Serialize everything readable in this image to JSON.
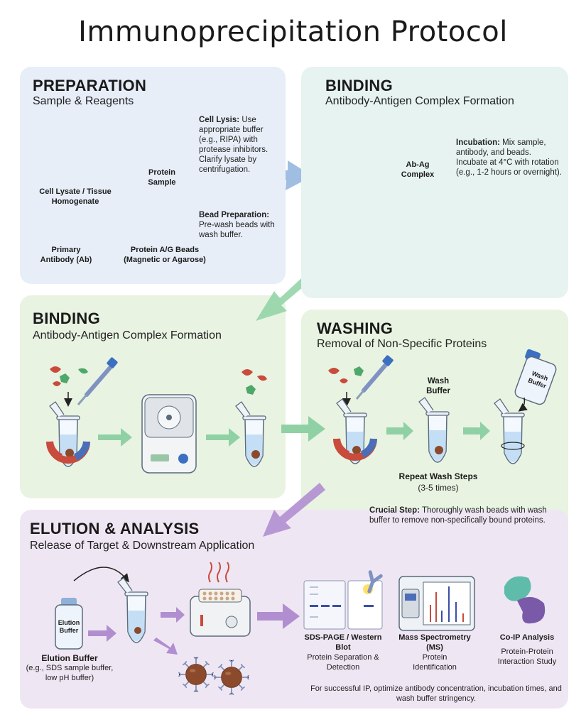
{
  "title": "Immunoprecipitation Protocol",
  "preparation": {
    "title": "PREPARATION",
    "subtitle": "Sample & Reagents",
    "cell_lysate_label": "Cell Lysate / Tissue Homogenate",
    "protein_sample_label": "Protein Sample",
    "cell_lysis_heading": "Cell Lysis:",
    "cell_lysis_text": "Use appropriate buffer (e.g., RIPA) with protease inhibitors. Clarify lysate by centrifugation.",
    "primary_antibody_label": "Primary Antibody (Ab)",
    "beads_label": "Protein A/G Beads (Magnetic or Agarose)",
    "bead_prep_heading": "Bead Preparation:",
    "bead_prep_text": "Pre-wash beads with wash buffer."
  },
  "binding_top": {
    "title": "BINDING",
    "subtitle": "Antibody-Antigen Complex Formation",
    "complex_label": "Ab-Ag Complex",
    "incubation_heading": "Incubation:",
    "incubation_text": "Mix sample, antibody, and beads. Incubate at 4°C with rotation (e.g., 1-2 hours or overnight)."
  },
  "binding_mid": {
    "title": "BINDING",
    "subtitle": "Antibody-Antigen Complex Formation"
  },
  "washing": {
    "title": "WASHING",
    "subtitle": "Removal of Non-Specific Proteins",
    "wash_buffer_label": "Wash Buffer",
    "bottle_label": "Wash Buffer",
    "repeat_label": "Repeat Wash Steps",
    "repeat_count": "(3-5 times)",
    "crucial_heading": "Crucial Step:",
    "crucial_text": "Thoroughly wash beads with wash buffer to remove non-specifically bound proteins."
  },
  "elution": {
    "title": "ELUTION & ANALYSIS",
    "subtitle": "Release of Target & Downstream Application",
    "bottle_label": "Elution Buffer",
    "elution_buffer_label": "Elution Buffer",
    "elution_buffer_detail": "(e.g., SDS sample buffer, low pH buffer)",
    "sds_label": "SDS-PAGE / Western Blot",
    "sds_detail": "Protein Separation & Detection",
    "ms_label": "Mass Spectrometry (MS)",
    "ms_detail": "Protein Identification",
    "coip_label": "Co-IP Analysis",
    "coip_detail": "Protein-Protein Interaction Study",
    "footer": "For successful IP, optimize antibody concentration, incubation times, and wash buffer stringency."
  },
  "colors": {
    "prep_panel": "#e7eef8",
    "binding_panel": "#e6f3f1",
    "binding_mid_panel": "#e9f3e2",
    "washing_panel": "#e9f3e2",
    "elution_panel": "#efe6f3",
    "bead": "#8b4a2b",
    "antibody": "#7f92c2",
    "antigen": "#2a7bd0",
    "arrow_blue": "#8fb3dd",
    "arrow_green": "#8fd1a4",
    "arrow_purple": "#b08ed0"
  },
  "icons": [
    "flask-icon",
    "tube-icon",
    "antibody-icon",
    "bead-jar-icon",
    "centrifuge-icon",
    "magnet-icon",
    "pipette-icon",
    "bottle-icon",
    "heat-block-icon",
    "gel-icon",
    "mass-spec-icon",
    "coip-icon"
  ]
}
